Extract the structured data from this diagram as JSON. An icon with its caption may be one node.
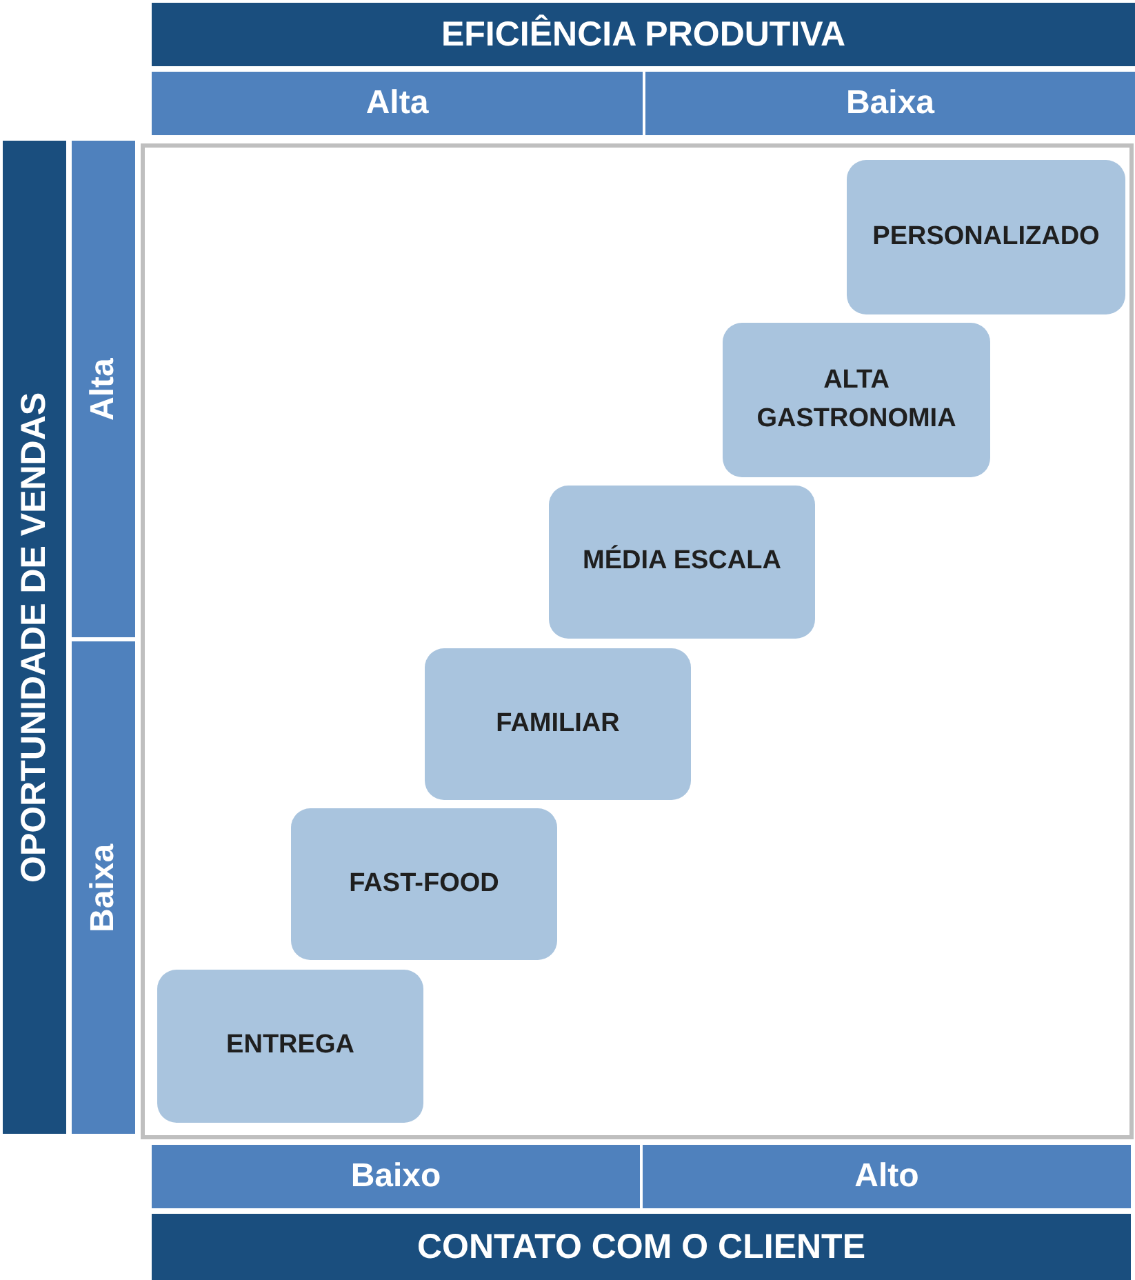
{
  "diagram": {
    "nodes": [
      {
        "text": [
          "EFICIÊNCIA PRODUTIVA"
        ]
      },
      {
        "text": [
          "Alta"
        ]
      },
      {
        "text": [
          "Baixa"
        ]
      },
      {
        "text": [
          "OPORTUNIDADE DE VENDAS"
        ]
      },
      {
        "text": [
          "Alta"
        ]
      },
      {
        "text": [
          "Baixa"
        ]
      },
      {
        "text": [],
        "shape": "box"
      },
      {
        "text": [
          "PERSONALIZADO"
        ],
        "in": 6
      },
      {
        "text": [
          "ALTA GASTRONOMIA"
        ],
        "in": 6
      },
      {
        "text": [
          "MÉDIA ESCALA"
        ],
        "in": 6
      },
      {
        "text": [
          "FAMILIAR"
        ],
        "in": 6
      },
      {
        "text": [
          "FAST-FOOD"
        ],
        "in": 6
      },
      {
        "text": [
          "ENTREGA"
        ],
        "in": 6
      },
      {
        "text": [
          "Baixo"
        ]
      },
      {
        "text": [
          "Alto"
        ]
      },
      {
        "text": [
          "CONTATO COM O CLIENTE"
        ]
      }
    ]
  }
}
